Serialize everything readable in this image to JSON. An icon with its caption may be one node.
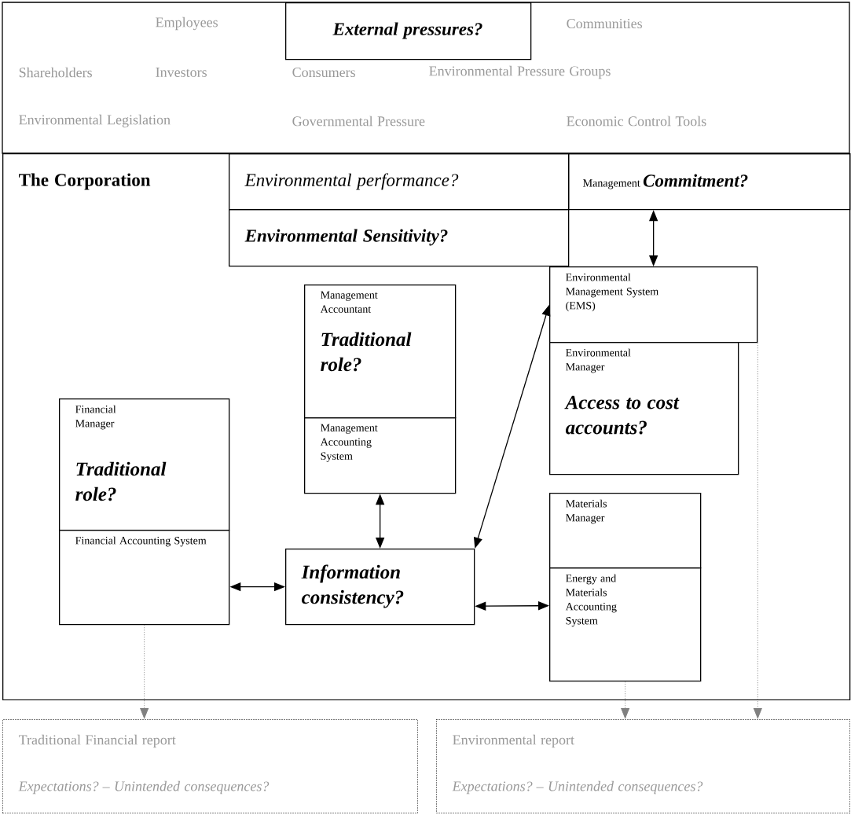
{
  "diagram": {
    "nodes": [
      {
        "text": [
          "External pressures?"
        ]
      },
      {
        "text": [
          "The Corporation"
        ]
      },
      {
        "text": [
          "Environmental performance?"
        ],
        "in": 1
      },
      {
        "text": [
          "Management",
          "Commitment?"
        ],
        "in": 1
      },
      {
        "text": [
          "Environmental Sensitivity?"
        ],
        "in": 1
      },
      {
        "text": [
          "Environmental Management System (EMS)"
        ],
        "in": 1
      },
      {
        "text": [
          "Environmental Manager",
          "Access to cost accounts?"
        ],
        "in": 1
      },
      {
        "text": [
          "Management Accountant",
          "Traditional role?"
        ],
        "in": 1
      },
      {
        "text": [
          "Management Accounting System"
        ],
        "in": 1
      },
      {
        "text": [
          "Financial Manager",
          "Traditional role?"
        ],
        "in": 1
      },
      {
        "text": [
          "Financial Accounting System"
        ],
        "in": 1
      },
      {
        "text": [
          "Information consistency?"
        ],
        "in": 1
      },
      {
        "text": [
          "Materials Manager"
        ],
        "in": 1
      },
      {
        "text": [
          "Energy and Materials Accounting System"
        ],
        "in": 1
      },
      {
        "text": [
          "Traditional Financial report",
          "Expectations? – Unintended consequences?"
        ]
      },
      {
        "text": [
          "Environmental report",
          "Expectations? – Unintended consequences?"
        ]
      }
    ],
    "edges": [
      {
        "from": 3,
        "to": 5,
        "arrow": "both"
      },
      {
        "from": 8,
        "to": 11,
        "arrow": "both"
      },
      {
        "from": 11,
        "to": 5,
        "arrow": "both"
      },
      {
        "from": 10,
        "to": 11,
        "arrow": "both"
      },
      {
        "from": 11,
        "to": 13,
        "arrow": "both"
      },
      {
        "from": 10,
        "to": 14,
        "arrow": "to",
        "style": "dashed",
        "color": "#808080"
      },
      {
        "from": 13,
        "to": 15,
        "arrow": "to",
        "style": "dashed",
        "color": "#808080"
      },
      {
        "from": 5,
        "to": 15,
        "arrow": "to",
        "style": "dashed",
        "color": "#808080"
      }
    ],
    "labels": [
      "Employees",
      "Communities",
      "Shareholders",
      "Investors",
      "Consumers",
      "Environmental Pressure Groups",
      "Environmental Legislation",
      "Governmental Pressure",
      "Economic Control Tools"
    ]
  }
}
